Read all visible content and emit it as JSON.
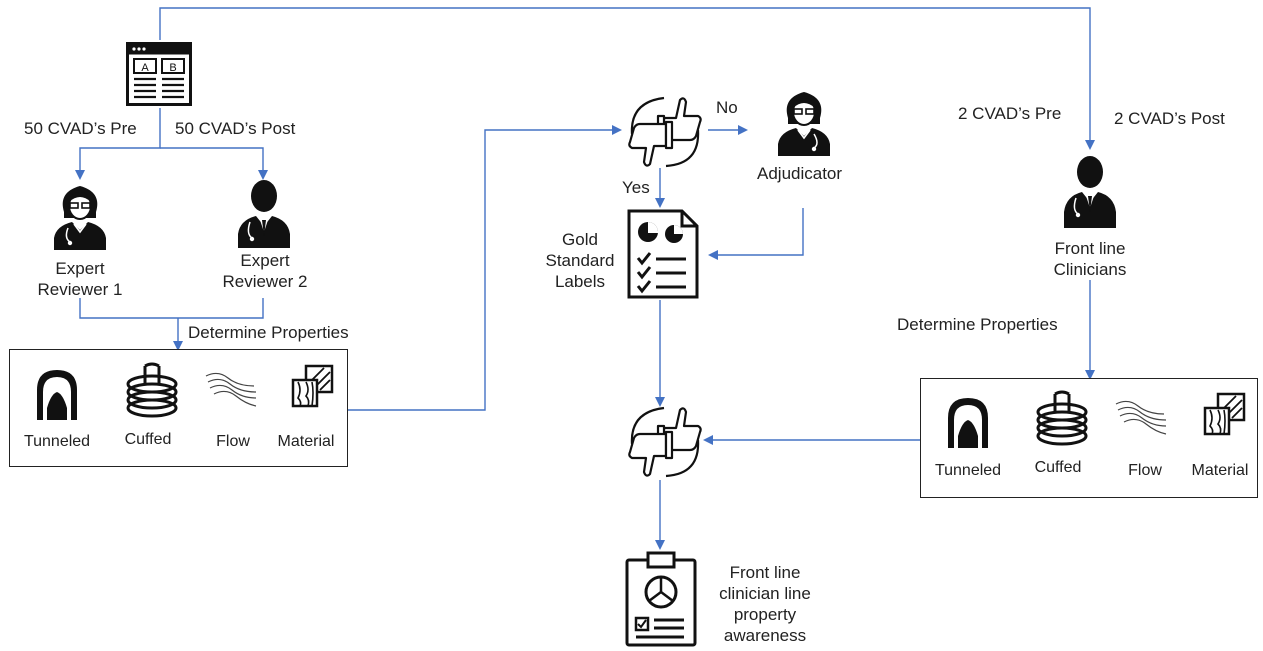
{
  "left": {
    "pre_label": "50 CVAD’s Pre",
    "post_label": "50 CVAD’s Post",
    "reviewer1": "Expert\nReviewer 1",
    "reviewer2": "Expert\nReviewer 2",
    "determine": "Determine Properties",
    "browser_tabs": [
      "A",
      "B"
    ]
  },
  "middle": {
    "no_label": "No",
    "yes_label": "Yes",
    "adjudicator": "Adjudicator",
    "gold": "Gold\nStandard\nLabels",
    "awareness": "Front line\nclinician line\nproperty\nawareness"
  },
  "right": {
    "pre_label": "2 CVAD’s Pre",
    "post_label": "2 CVAD’s Post",
    "clinicians": "Front line\nClinicians",
    "determine": "Determine Properties"
  },
  "properties": [
    "Tunneled",
    "Cuffed",
    "Flow",
    "Material"
  ],
  "colors": {
    "arrow": "#4472C4",
    "ink": "#111111"
  },
  "icons": [
    "browser-window-icon",
    "female-doctor-icon",
    "male-doctor-icon",
    "thumbs-up-down-icon",
    "document-charts-icon",
    "clipboard-chart-icon",
    "tunnel-icon",
    "cuff-coil-icon",
    "flow-waves-icon",
    "material-texture-icon"
  ]
}
